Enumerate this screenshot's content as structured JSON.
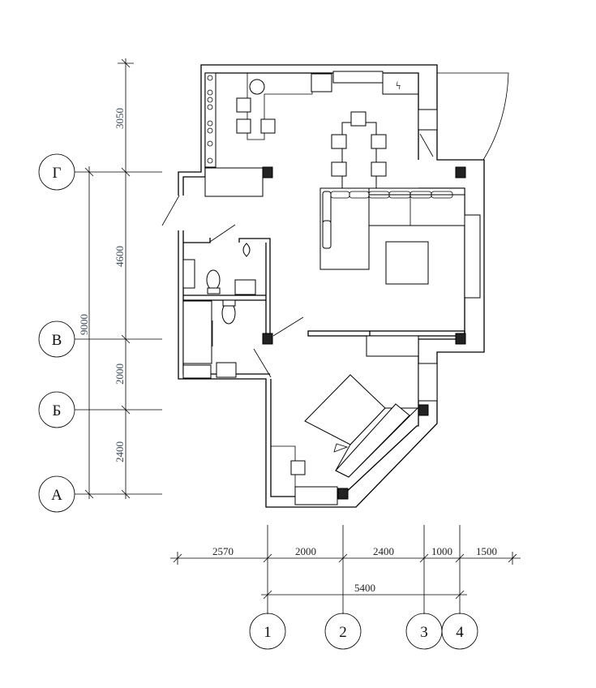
{
  "vertical_dimensions": {
    "d1": "3050",
    "d2": "4600",
    "d3": "2000",
    "d4": "2400",
    "total": "9000"
  },
  "horizontal_dimensions": {
    "d1": "2570",
    "d2": "2000",
    "d3": "2400",
    "d4": "1000",
    "d5": "1500",
    "total": "5400"
  },
  "row_axes": [
    "Г",
    "В",
    "Б",
    "А"
  ],
  "column_axes": [
    "1",
    "2",
    "3",
    "4"
  ]
}
